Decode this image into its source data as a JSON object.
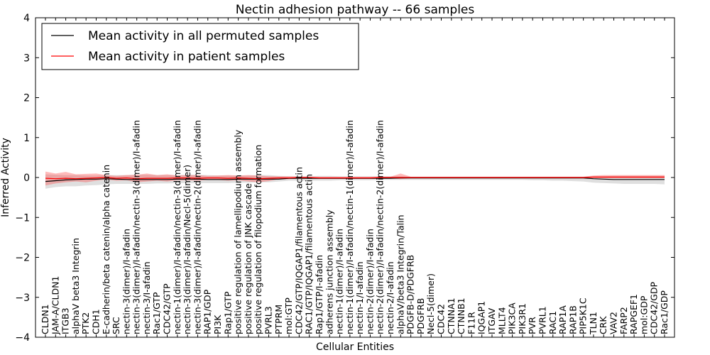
{
  "chart_data": {
    "type": "line",
    "title": "Nectin adhesion pathway -- 66 samples",
    "xlabel": "Cellular Entities",
    "ylabel": "Inferred Activity",
    "ylim": [
      -4,
      4
    ],
    "yticks": [
      "4",
      "3",
      "2",
      "1",
      "0",
      "−1",
      "−2",
      "−3",
      "−4"
    ],
    "ytick_values": [
      4,
      3,
      2,
      1,
      0,
      -1,
      -2,
      -3,
      -4
    ],
    "legend_position": "top-left",
    "grid": false,
    "categories": [
      "CLDN1",
      "JAM-A/CLDN1",
      "ITGB3",
      "alphaV beta3 Integrin",
      "PTK2",
      "CDH1",
      "E-cadherin/beta catenin/alpha catenin",
      "SRC",
      "nectin-3(dimer)/I-afadin",
      "nectin-3(dimer)/I-afadin/nectin-3(dimer)/I-afadin",
      "nectin-3/I-afadin",
      "Rac1/GTP",
      "CDC42/GTP",
      "nectin-1(dimer)/I-afadin/nectin-3(dimer)/I-afadin",
      "nectin-3(dimer)/I-afadin/Necl-5(dimer)",
      "nectin-3(dimer)/I-afadin/nectin-2(dimer)/I-afadin",
      "RAP1/GDP",
      "PI3K",
      "Rap1/GTP",
      "positive regulation of lamellipodium assembly",
      "positive regulation of JNK cascade",
      "positive regulation of filopodium formation",
      "PVRL3",
      "PTPRM",
      "mol:GTP",
      "CDC42/GTP/IQGAP1/filamentous actin",
      "RAC1/GTP/IQGAP1/filamentous actin",
      "Rap1/GTP/I-afadin",
      "adherens junction assembly",
      "nectin-1(dimer)/I-afadin",
      "nectin-1(dimer)/I-afadin/nectin-1(dimer)/I-afadin",
      "nectin-1/I-afadin",
      "nectin-2(dimer)/I-afadin",
      "nectin-2(dimer)/I-afadin/nectin-2(dimer)/I-afadin",
      "nectin-2/I-afadin",
      "alphaV/beta3 Integrin/Talin",
      "PDGFB-D/PDGFRB",
      "PDGFRB",
      "Necl-5(dimer)",
      "CDC42",
      "CTNNA1",
      "CTNNB1",
      "F11R",
      "IQGAP1",
      "ITGAV",
      "MLLT4",
      "PIK3CA",
      "PIK3R1",
      "PVR",
      "PVRL1",
      "RAC1",
      "RAP1A",
      "RAP1B",
      "PIP5K1C",
      "TLN1",
      "CRK",
      "VAV2",
      "FARP2",
      "RAPGEF1",
      "mol:GDP",
      "CDC42/GDP",
      "Rac1/GDP"
    ],
    "series": [
      {
        "name": "Mean activity in all permuted samples",
        "color": "#000000",
        "values": [
          -0.1,
          -0.08,
          -0.06,
          -0.05,
          -0.04,
          -0.04,
          -0.03,
          -0.04,
          -0.05,
          -0.05,
          -0.05,
          -0.05,
          -0.05,
          -0.04,
          -0.04,
          -0.04,
          -0.05,
          -0.05,
          -0.05,
          -0.04,
          -0.04,
          -0.04,
          -0.04,
          -0.04,
          -0.02,
          -0.02,
          -0.02,
          -0.02,
          -0.02,
          -0.02,
          -0.02,
          -0.02,
          -0.02,
          -0.02,
          -0.02,
          -0.01,
          -0.01,
          -0.01,
          -0.01,
          -0.01,
          -0.01,
          -0.01,
          -0.01,
          -0.01,
          -0.01,
          -0.01,
          -0.01,
          -0.01,
          -0.01,
          -0.01,
          -0.01,
          -0.01,
          -0.01,
          -0.01,
          -0.03,
          -0.04,
          -0.05,
          -0.05,
          -0.05,
          -0.05,
          -0.05,
          -0.05
        ],
        "band_upper": [
          0.08,
          0.07,
          0.06,
          0.06,
          0.05,
          0.05,
          0.06,
          0.06,
          0.06,
          0.07,
          0.07,
          0.06,
          0.06,
          0.06,
          0.07,
          0.07,
          0.06,
          0.05,
          0.05,
          0.05,
          0.05,
          0.06,
          0.06,
          0.04,
          0.03,
          0.03,
          0.03,
          0.04,
          0.04,
          0.03,
          0.03,
          0.03,
          0.03,
          0.03,
          0.03,
          0.03,
          0.02,
          0.02,
          0.02,
          0.02,
          0.02,
          0.02,
          0.02,
          0.02,
          0.02,
          0.02,
          0.02,
          0.02,
          0.02,
          0.02,
          0.02,
          0.02,
          0.02,
          0.02,
          0.03,
          0.03,
          0.04,
          0.04,
          0.04,
          0.04,
          0.04,
          0.04
        ],
        "band_lower": [
          -0.28,
          -0.24,
          -0.22,
          -0.22,
          -0.2,
          -0.19,
          -0.17,
          -0.16,
          -0.16,
          -0.16,
          -0.16,
          -0.15,
          -0.15,
          -0.14,
          -0.14,
          -0.14,
          -0.14,
          -0.14,
          -0.14,
          -0.13,
          -0.13,
          -0.12,
          -0.12,
          -0.1,
          -0.08,
          -0.08,
          -0.08,
          -0.08,
          -0.08,
          -0.07,
          -0.07,
          -0.07,
          -0.07,
          -0.06,
          -0.06,
          -0.06,
          -0.06,
          -0.06,
          -0.06,
          -0.06,
          -0.06,
          -0.06,
          -0.06,
          -0.06,
          -0.06,
          -0.06,
          -0.06,
          -0.06,
          -0.07,
          -0.07,
          -0.08,
          -0.08,
          -0.09,
          -0.1,
          -0.13,
          -0.14,
          -0.15,
          -0.16,
          -0.16,
          -0.16,
          -0.16,
          -0.17
        ]
      },
      {
        "name": "Mean activity in patient samples",
        "color": "#ff0000",
        "values": [
          -0.02,
          -0.03,
          -0.02,
          -0.03,
          -0.02,
          -0.01,
          0,
          -0.02,
          -0.01,
          -0.03,
          -0.02,
          -0.02,
          -0.02,
          -0.01,
          -0.01,
          -0.02,
          -0.01,
          -0.01,
          -0.02,
          -0.01,
          -0.02,
          -0.03,
          -0.02,
          -0.01,
          -0.01,
          0,
          0,
          -0.01,
          -0.01,
          -0.01,
          -0.01,
          -0.01,
          -0.01,
          0,
          0,
          0,
          0,
          0,
          0,
          0,
          0,
          0,
          0,
          0,
          0,
          0,
          0,
          0,
          0,
          0,
          0,
          0,
          0,
          0,
          0.01,
          0.01,
          0.01,
          0.01,
          0.01,
          0.01,
          0.01,
          0.01
        ],
        "band_upper": [
          0.15,
          0.1,
          0.14,
          0.08,
          0.09,
          0.1,
          0.06,
          0.04,
          0.06,
          0.07,
          0.1,
          0.06,
          0.08,
          0.05,
          0.06,
          0.06,
          0.04,
          0.05,
          0.06,
          0.05,
          0.06,
          0.05,
          0.03,
          0.03,
          0.03,
          0.02,
          0.02,
          0.02,
          0.02,
          0.02,
          0.02,
          0.02,
          0.02,
          0.02,
          0.02,
          0.1,
          0.02,
          0.02,
          0.02,
          0.02,
          0.02,
          0.02,
          0.02,
          0.02,
          0.02,
          0.02,
          0.02,
          0.02,
          0.02,
          0.02,
          0.02,
          0.02,
          0.02,
          0.02,
          0.05,
          0.06,
          0.06,
          0.06,
          0.06,
          0.06,
          0.06,
          0.06
        ],
        "band_lower": [
          -0.2,
          -0.15,
          -0.12,
          -0.1,
          -0.12,
          -0.08,
          -0.05,
          -0.08,
          -0.07,
          -0.12,
          -0.1,
          -0.08,
          -0.1,
          -0.07,
          -0.07,
          -0.08,
          -0.06,
          -0.06,
          -0.08,
          -0.07,
          -0.1,
          -0.12,
          -0.09,
          -0.04,
          -0.04,
          -0.02,
          -0.02,
          -0.03,
          -0.03,
          -0.03,
          -0.03,
          -0.03,
          -0.03,
          -0.02,
          -0.02,
          -0.04,
          -0.02,
          -0.02,
          -0.02,
          -0.02,
          -0.02,
          -0.02,
          -0.02,
          -0.02,
          -0.02,
          -0.02,
          -0.02,
          -0.02,
          -0.02,
          -0.02,
          -0.02,
          -0.02,
          -0.02,
          -0.02,
          -0.02,
          -0.02,
          -0.02,
          -0.02,
          -0.02,
          -0.02,
          -0.02,
          -0.02
        ]
      }
    ]
  }
}
